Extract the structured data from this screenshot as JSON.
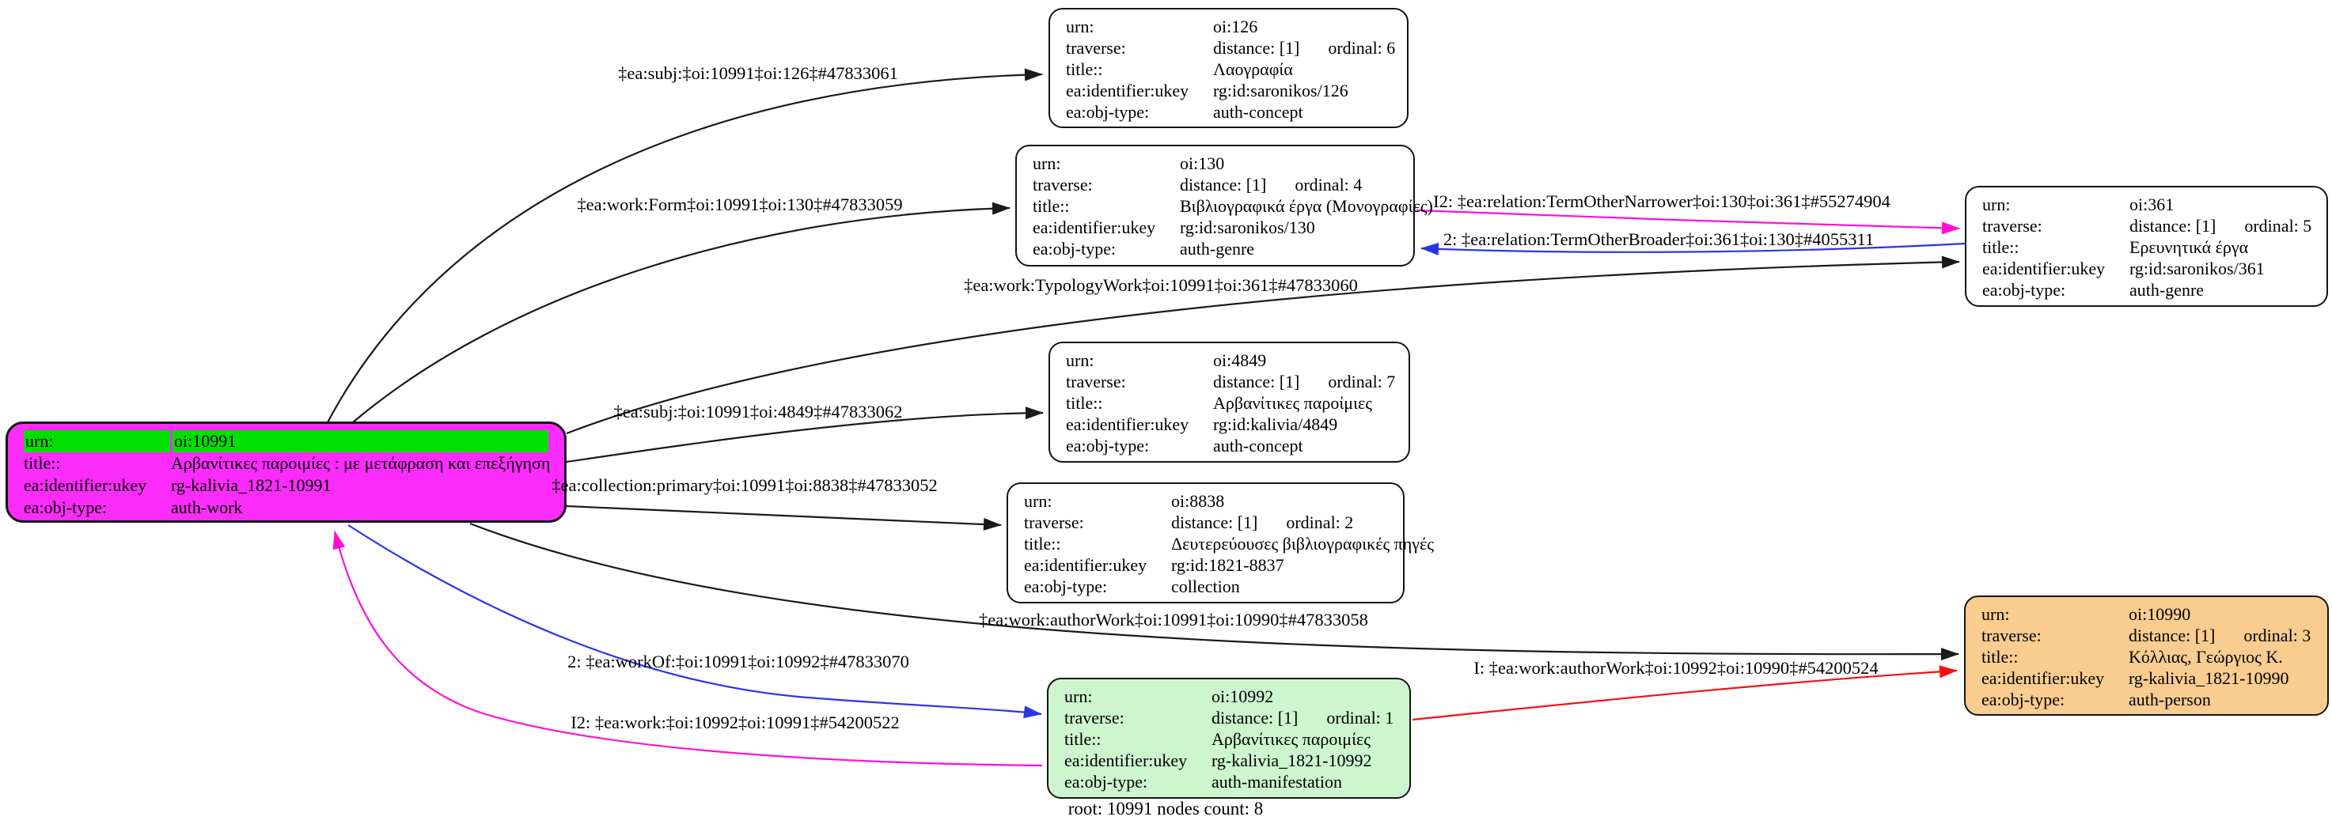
{
  "graph": {
    "caption": "root: 10991 nodes count: 8",
    "colors": {
      "root_fill": "#FB2BFB",
      "root_urn_bar": "#00DF00",
      "manifestation_fill": "#CDF6CE",
      "person_fill": "#F9CC8F",
      "plain_fill": "#FFFFFF",
      "edge_black": "#1a1a1a",
      "edge_magenta": "#FF0FD8",
      "edge_blue": "#2B35E8",
      "edge_red": "#F81010"
    }
  },
  "nodes": {
    "n10991": {
      "rows": [
        {
          "label": "urn:",
          "value": "oi:10991"
        },
        {
          "label": "title::",
          "value": "Αρβανίτικες παροιμίες : με μετάφραση και επεξήγηση"
        },
        {
          "label": "ea:identifier:ukey",
          "value": "rg-kalivia_1821-10991"
        },
        {
          "label": "ea:obj-type:",
          "value": "auth-work"
        }
      ]
    },
    "n126": {
      "rows": [
        {
          "label": "urn:",
          "value": "oi:126"
        },
        {
          "label": "traverse:",
          "value": "distance: [1]",
          "value2": "ordinal: 6"
        },
        {
          "label": "title::",
          "value": "Λαογραφία"
        },
        {
          "label": "ea:identifier:ukey",
          "value": "rg:id:saronikos/126"
        },
        {
          "label": "ea:obj-type:",
          "value": "auth-concept"
        }
      ]
    },
    "n130": {
      "rows": [
        {
          "label": "urn:",
          "value": "oi:130"
        },
        {
          "label": "traverse:",
          "value": "distance: [1]",
          "value2": "ordinal: 4"
        },
        {
          "label": "title::",
          "value": "Βιβλιογραφικά έργα (Μονογραφίες)"
        },
        {
          "label": "ea:identifier:ukey",
          "value": "rg:id:saronikos/130"
        },
        {
          "label": "ea:obj-type:",
          "value": "auth-genre"
        }
      ]
    },
    "n361": {
      "rows": [
        {
          "label": "urn:",
          "value": "oi:361"
        },
        {
          "label": "traverse:",
          "value": "distance: [1]",
          "value2": "ordinal: 5"
        },
        {
          "label": "title::",
          "value": "Ερευνητικά έργα"
        },
        {
          "label": "ea:identifier:ukey",
          "value": "rg:id:saronikos/361"
        },
        {
          "label": "ea:obj-type:",
          "value": "auth-genre"
        }
      ]
    },
    "n4849": {
      "rows": [
        {
          "label": "urn:",
          "value": "oi:4849"
        },
        {
          "label": "traverse:",
          "value": "distance: [1]",
          "value2": "ordinal: 7"
        },
        {
          "label": "title::",
          "value": "Αρβανίτικες παροίμιες"
        },
        {
          "label": "ea:identifier:ukey",
          "value": "rg:id:kalivia/4849"
        },
        {
          "label": "ea:obj-type:",
          "value": "auth-concept"
        }
      ]
    },
    "n8838": {
      "rows": [
        {
          "label": "urn:",
          "value": "oi:8838"
        },
        {
          "label": "traverse:",
          "value": "distance: [1]",
          "value2": "ordinal: 2"
        },
        {
          "label": "title::",
          "value": "Δευτερεύουσες βιβλιογραφικές πηγές"
        },
        {
          "label": "ea:identifier:ukey",
          "value": "rg:id:1821-8837"
        },
        {
          "label": "ea:obj-type:",
          "value": "collection"
        }
      ]
    },
    "n10992": {
      "rows": [
        {
          "label": "urn:",
          "value": "oi:10992"
        },
        {
          "label": "traverse:",
          "value": "distance: [1]",
          "value2": "ordinal: 1"
        },
        {
          "label": "title::",
          "value": "Αρβανίτικες παροιμίες"
        },
        {
          "label": "ea:identifier:ukey",
          "value": "rg-kalivia_1821-10992"
        },
        {
          "label": "ea:obj-type:",
          "value": "auth-manifestation"
        }
      ]
    },
    "n10990": {
      "rows": [
        {
          "label": "urn:",
          "value": "oi:10990"
        },
        {
          "label": "traverse:",
          "value": "distance: [1]",
          "value2": "ordinal: 3"
        },
        {
          "label": "title::",
          "value": "Κόλλιας, Γεώργιος Κ."
        },
        {
          "label": "ea:identifier:ukey",
          "value": "rg-kalivia_1821-10990"
        },
        {
          "label": "ea:obj-type:",
          "value": "auth-person"
        }
      ]
    }
  },
  "edges": {
    "subj126": {
      "label": "‡ea:subj:‡oi:10991‡oi:126‡#47833061"
    },
    "workForm": {
      "label": "‡ea:work:Form‡oi:10991‡oi:130‡#47833059"
    },
    "termNarrower": {
      "label": "I2: ‡ea:relation:TermOtherNarrower‡oi:130‡oi:361‡#55274904"
    },
    "termBroader": {
      "label": "2: ‡ea:relation:TermOtherBroader‡oi:361‡oi:130‡#4055311"
    },
    "typologyWork": {
      "label": "‡ea:work:TypologyWork‡oi:10991‡oi:361‡#47833060"
    },
    "subj4849": {
      "label": "‡ea:subj:‡oi:10991‡oi:4849‡#47833062"
    },
    "collectionPrimary": {
      "label": "‡ea:collection:primary‡oi:10991‡oi:8838‡#47833052"
    },
    "authorWork10991": {
      "label": "‡ea:work:authorWork‡oi:10991‡oi:10990‡#47833058"
    },
    "authorWork10992": {
      "label": "I: ‡ea:work:authorWork‡oi:10992‡oi:10990‡#54200524"
    },
    "workOf": {
      "label": "2: ‡ea:workOf:‡oi:10991‡oi:10992‡#47833070"
    },
    "work10992": {
      "label": "I2: ‡ea:work:‡oi:10992‡oi:10991‡#54200522"
    }
  }
}
